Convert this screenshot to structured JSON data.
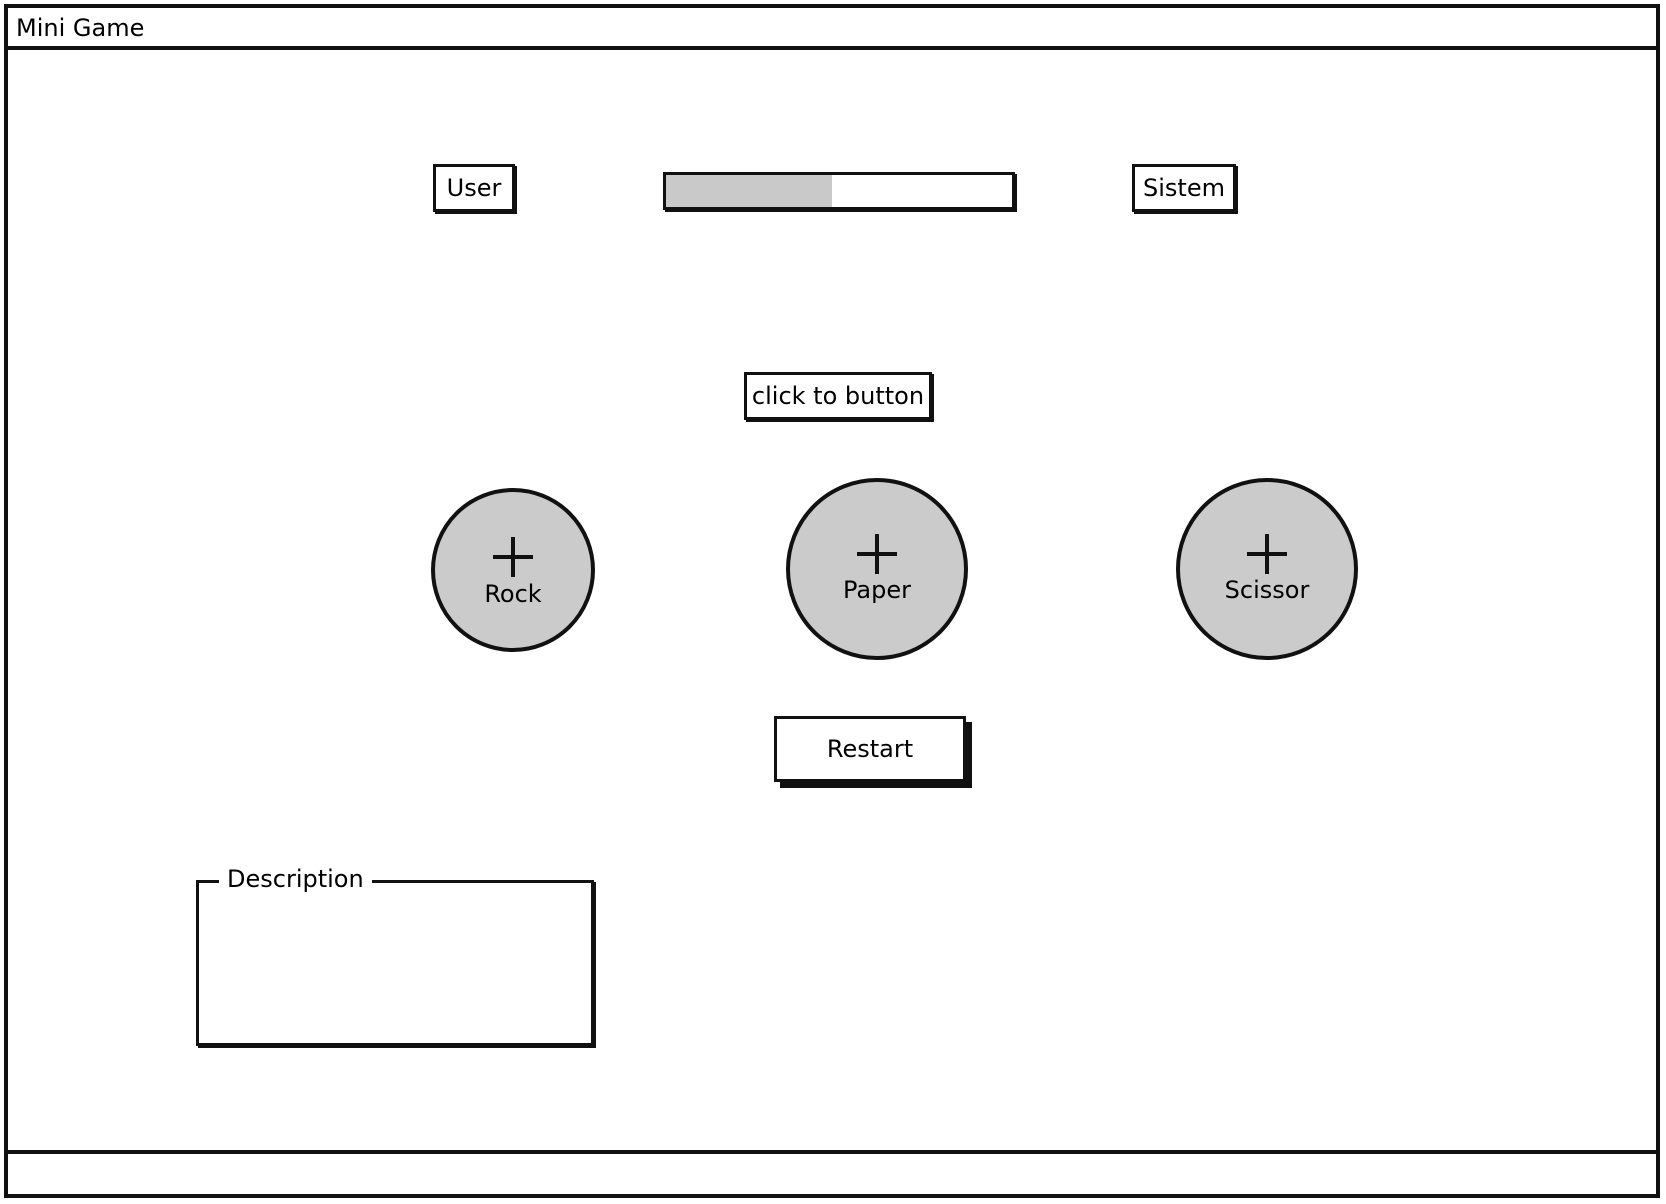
{
  "window": {
    "title": "Mini Game"
  },
  "scoreboard": {
    "user_label": "User",
    "system_label": "Sistem",
    "progress_fraction": 0.48
  },
  "hint": "click to button",
  "choices": [
    {
      "label": "Rock",
      "icon": "plus-icon"
    },
    {
      "label": "Paper",
      "icon": "plus-icon"
    },
    {
      "label": "Scissor",
      "icon": "plus-icon"
    }
  ],
  "restart_label": "Restart",
  "description": {
    "legend": "Description",
    "content": ""
  }
}
